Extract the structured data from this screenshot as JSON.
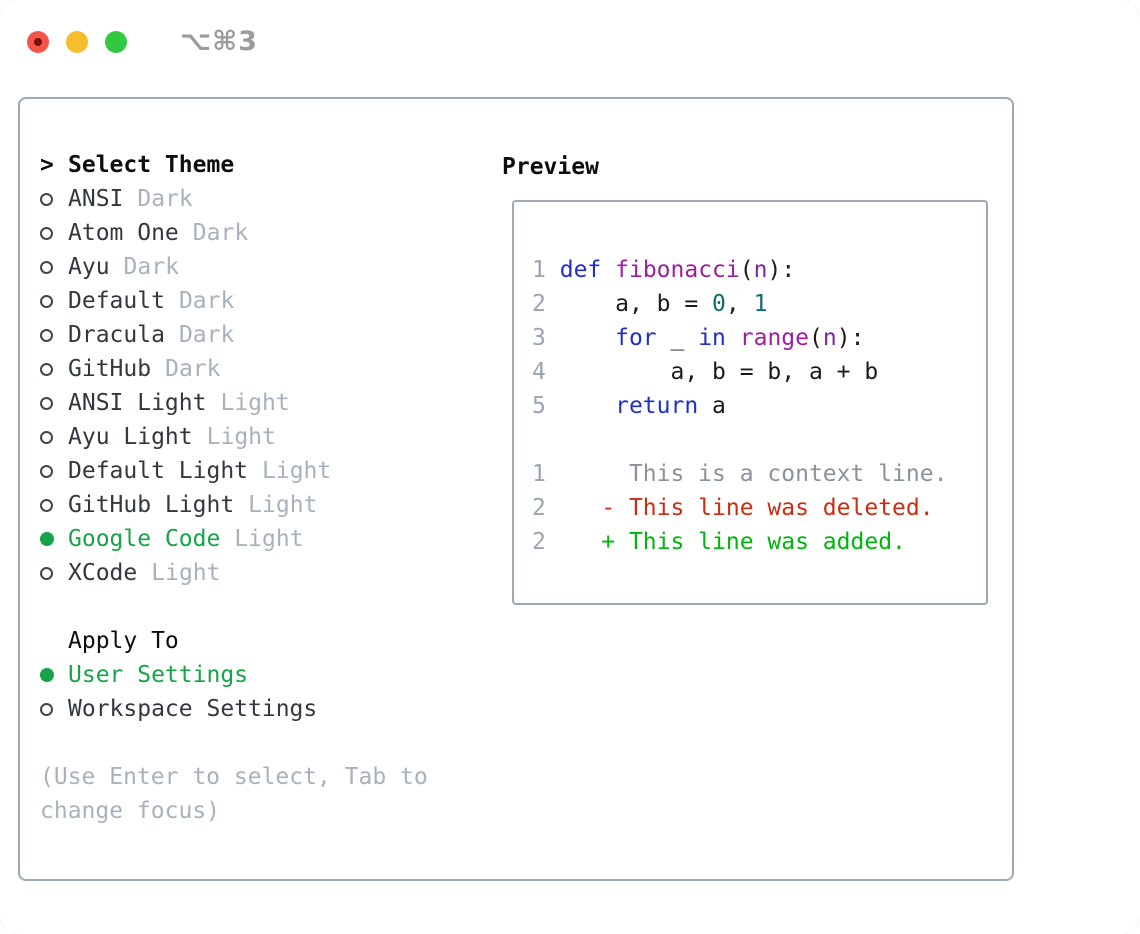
{
  "window": {
    "title": "⌥⌘3"
  },
  "theme_selector": {
    "header_marker": ">",
    "header": "Select Theme",
    "items": [
      {
        "name": "ANSI",
        "variant": "Dark",
        "selected": false
      },
      {
        "name": "Atom One",
        "variant": "Dark",
        "selected": false
      },
      {
        "name": "Ayu",
        "variant": "Dark",
        "selected": false
      },
      {
        "name": "Default",
        "variant": "Dark",
        "selected": false
      },
      {
        "name": "Dracula",
        "variant": "Dark",
        "selected": false
      },
      {
        "name": "GitHub",
        "variant": "Dark",
        "selected": false
      },
      {
        "name": "ANSI Light",
        "variant": "Light",
        "selected": false
      },
      {
        "name": "Ayu Light",
        "variant": "Light",
        "selected": false
      },
      {
        "name": "Default Light",
        "variant": "Light",
        "selected": false
      },
      {
        "name": "GitHub Light",
        "variant": "Light",
        "selected": false
      },
      {
        "name": "Google Code",
        "variant": "Light",
        "selected": true
      },
      {
        "name": "XCode",
        "variant": "Light",
        "selected": false
      }
    ]
  },
  "apply_to": {
    "header": "Apply To",
    "options": [
      {
        "label": "User Settings",
        "selected": true
      },
      {
        "label": "Workspace Settings",
        "selected": false
      }
    ]
  },
  "help_text": [
    "(Use Enter to select, Tab to",
    "change focus)"
  ],
  "preview": {
    "title": "Preview",
    "code_lines": [
      {
        "num": "1",
        "tokens": [
          {
            "text": " ",
            "style": "plain"
          },
          {
            "text": "def",
            "style": "kw"
          },
          {
            "text": " ",
            "style": "plain"
          },
          {
            "text": "fibonacci",
            "style": "fn"
          },
          {
            "text": "(",
            "style": "plain"
          },
          {
            "text": "n",
            "style": "param"
          },
          {
            "text": "):",
            "style": "plain"
          }
        ]
      },
      {
        "num": "2",
        "tokens": [
          {
            "text": "     a, b = ",
            "style": "plain"
          },
          {
            "text": "0",
            "style": "lit"
          },
          {
            "text": ", ",
            "style": "plain"
          },
          {
            "text": "1",
            "style": "lit"
          }
        ]
      },
      {
        "num": "3",
        "tokens": [
          {
            "text": "     ",
            "style": "plain"
          },
          {
            "text": "for",
            "style": "kw"
          },
          {
            "text": " _ ",
            "style": "plain"
          },
          {
            "text": "in",
            "style": "kw"
          },
          {
            "text": " ",
            "style": "plain"
          },
          {
            "text": "range",
            "style": "fn"
          },
          {
            "text": "(",
            "style": "plain"
          },
          {
            "text": "n",
            "style": "param"
          },
          {
            "text": "):",
            "style": "plain"
          }
        ]
      },
      {
        "num": "4",
        "tokens": [
          {
            "text": "         a, b = b, a + b",
            "style": "plain"
          }
        ]
      },
      {
        "num": "5",
        "tokens": [
          {
            "text": "     ",
            "style": "plain"
          },
          {
            "text": "return",
            "style": "kw"
          },
          {
            "text": " a",
            "style": "plain"
          }
        ]
      },
      {
        "num": "",
        "tokens": []
      },
      {
        "num": "1",
        "tokens": [
          {
            "text": "      This is a context line.",
            "style": "ctx"
          }
        ]
      },
      {
        "num": "2",
        "tokens": [
          {
            "text": "    - This line was deleted.",
            "style": "del"
          }
        ]
      },
      {
        "num": "2",
        "tokens": [
          {
            "text": "    + This line was added.",
            "style": "add"
          }
        ]
      }
    ]
  },
  "colors": {
    "border": "#9daab6",
    "title_gray": "#9b9b9b",
    "traffic_red": "#f4554b",
    "traffic_yellow": "#f8bd2c",
    "traffic_green": "#31c842",
    "selected_green": "#17a34a",
    "keyword_blue": "#2130c4",
    "function_magenta": "#9c1fa0",
    "param_purple": "#7e22ab",
    "number_teal": "#0d6c6f",
    "diff_deleted_red": "#cc2d12",
    "diff_added_green": "#00b50c",
    "muted_gray": "#a9b1bd"
  }
}
